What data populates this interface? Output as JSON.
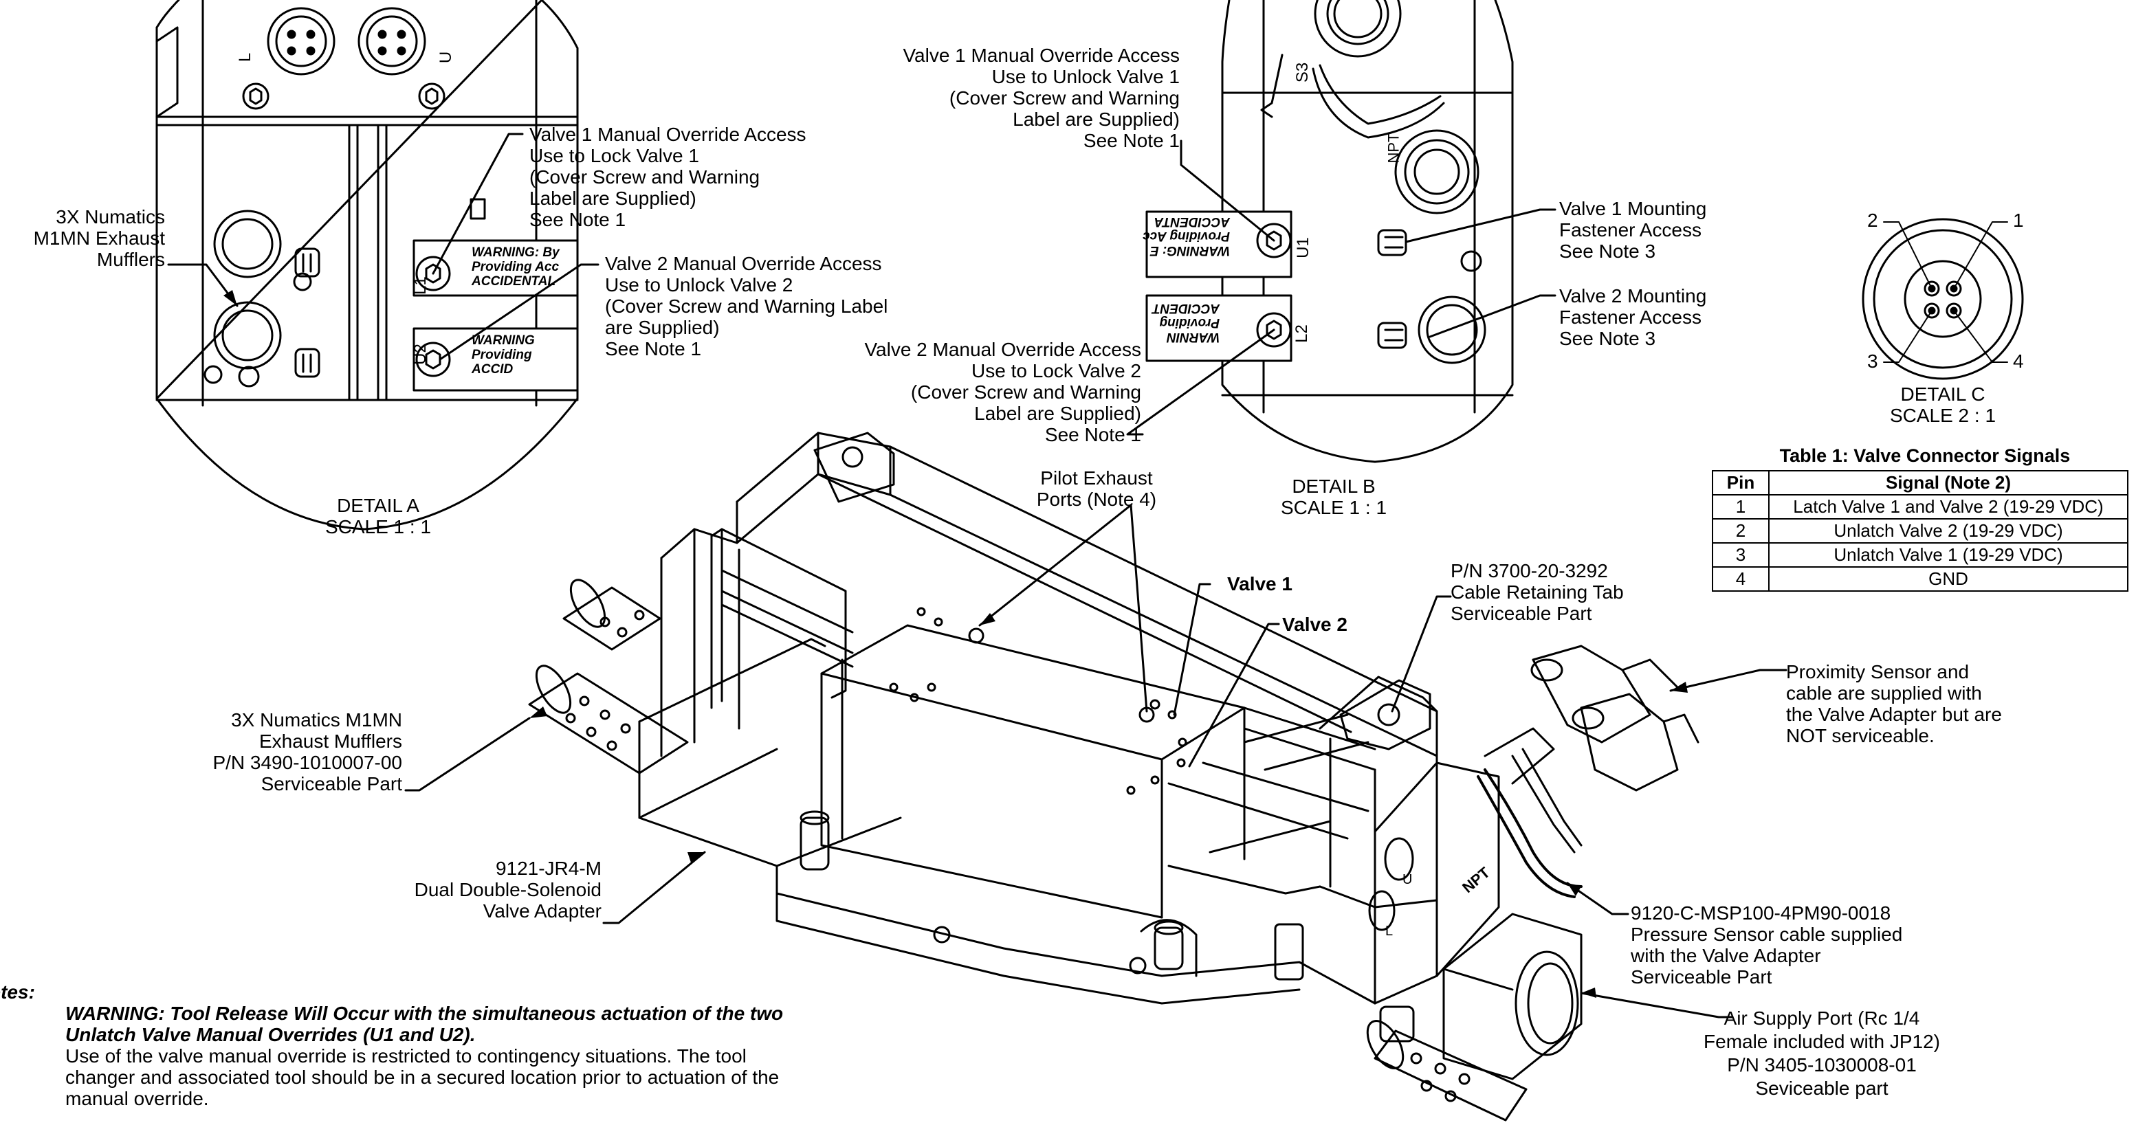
{
  "detail_a": {
    "mufflers_label": [
      "3X Numatics",
      "M1MN Exhaust",
      "Mufflers"
    ],
    "v1_override": [
      "Valve 1 Manual Override Access",
      "Use to Lock Valve 1",
      "(Cover Screw and Warning",
      "Label are Supplied)",
      "See Note 1"
    ],
    "v2_override": [
      "Valve 2 Manual Override Access",
      "Use to Unlock Valve 2",
      "(Cover Screw and Warning Label",
      "are Supplied)",
      "See Note 1"
    ],
    "title": "DETAIL A",
    "scale": "SCALE 1 : 1",
    "connector_l": "L",
    "connector_u": "U",
    "marking_l1": "L1",
    "marking_u2": "U2",
    "plate_1": [
      "WARNING: By",
      "Providing Acc",
      "ACCIDENTAL"
    ],
    "plate_2": [
      "WARNING",
      "Providing",
      "ACCID"
    ]
  },
  "detail_b": {
    "v1_override": [
      "Valve 1 Manual Override Access",
      "Use to Unlock Valve 1",
      "(Cover Screw and Warning",
      "Label are Supplied)",
      "See Note 1"
    ],
    "v2_override": [
      "Valve 2 Manual Override Access",
      "Use to Lock Valve 2",
      "(Cover Screw and Warning",
      "Label are Supplied)",
      "See Note 1"
    ],
    "v1_mount": [
      "Valve 1 Mounting",
      "Fastener Access",
      "See Note 3"
    ],
    "v2_mount": [
      "Valve 2 Mounting",
      "Fastener Access",
      "See Note 3"
    ],
    "title": "DETAIL B",
    "scale": "SCALE 1 : 1",
    "marking_s3": "S3",
    "marking_u1": "U1",
    "marking_l2": "L2",
    "marking_npt": "NPT",
    "plate_1": [
      "ACCIDENTA",
      "Providing Acc",
      "WARNING: E"
    ],
    "plate_2": [
      "ACCIDENT",
      "Providing",
      "WARNIN"
    ]
  },
  "detail_c": {
    "pins": [
      "1",
      "2",
      "3",
      "4"
    ],
    "title": "DETAIL C",
    "scale": "SCALE 2 : 1"
  },
  "table1": {
    "title": "Table 1: Valve Connector Signals",
    "headers": [
      "Pin",
      "Signal (Note 2)"
    ],
    "rows": [
      [
        "1",
        "Latch Valve 1 and Valve 2 (19-29 VDC)"
      ],
      [
        "2",
        "Unlatch Valve 2 (19-29 VDC)"
      ],
      [
        "3",
        "Unlatch Valve 1 (19-29 VDC)"
      ],
      [
        "4",
        "GND"
      ]
    ]
  },
  "main": {
    "pilot_exhaust": [
      "Pilot Exhaust",
      "Ports (Note 4)"
    ],
    "valve1": "Valve 1",
    "valve2": "Valve 2",
    "cable_tab": [
      "P/N 3700-20-3292",
      "Cable Retaining Tab",
      "Serviceable Part"
    ],
    "prox_sensor": [
      "Proximity Sensor and",
      "cable are supplied with",
      "the Valve Adapter but are",
      "NOT serviceable."
    ],
    "mufflers": [
      "3X Numatics M1MN",
      "Exhaust Mufflers",
      "P/N 3490-1010007-00",
      "Serviceable Part"
    ],
    "adapter": [
      "9121-JR4-M",
      "Dual Double-Solenoid",
      "Valve Adapter"
    ],
    "pressure_sensor": [
      "9120-C-MSP100-4PM90-0018",
      "Pressure Sensor cable supplied",
      "with the Valve Adapter",
      "Serviceable Part"
    ],
    "air_supply": [
      "Air Supply Port (Rc 1/4",
      "Female included with JP12)",
      "P/N 3405-1030008-01",
      "Seviceable part"
    ],
    "marking_npt": "NPT",
    "marking_u": "U",
    "marking_l": "L"
  },
  "notes": {
    "heading": "otes:",
    "warning": [
      "WARNING:  Tool Release Will Occur with the simultaneous actuation of the two",
      "Unlatch Valve Manual Overrides (U1 and U2)."
    ],
    "body": [
      "Use of the valve manual override is restricted to contingency situations.  The tool",
      "changer and associated tool should be in a secured location prior to actuation of the",
      "manual override."
    ]
  }
}
